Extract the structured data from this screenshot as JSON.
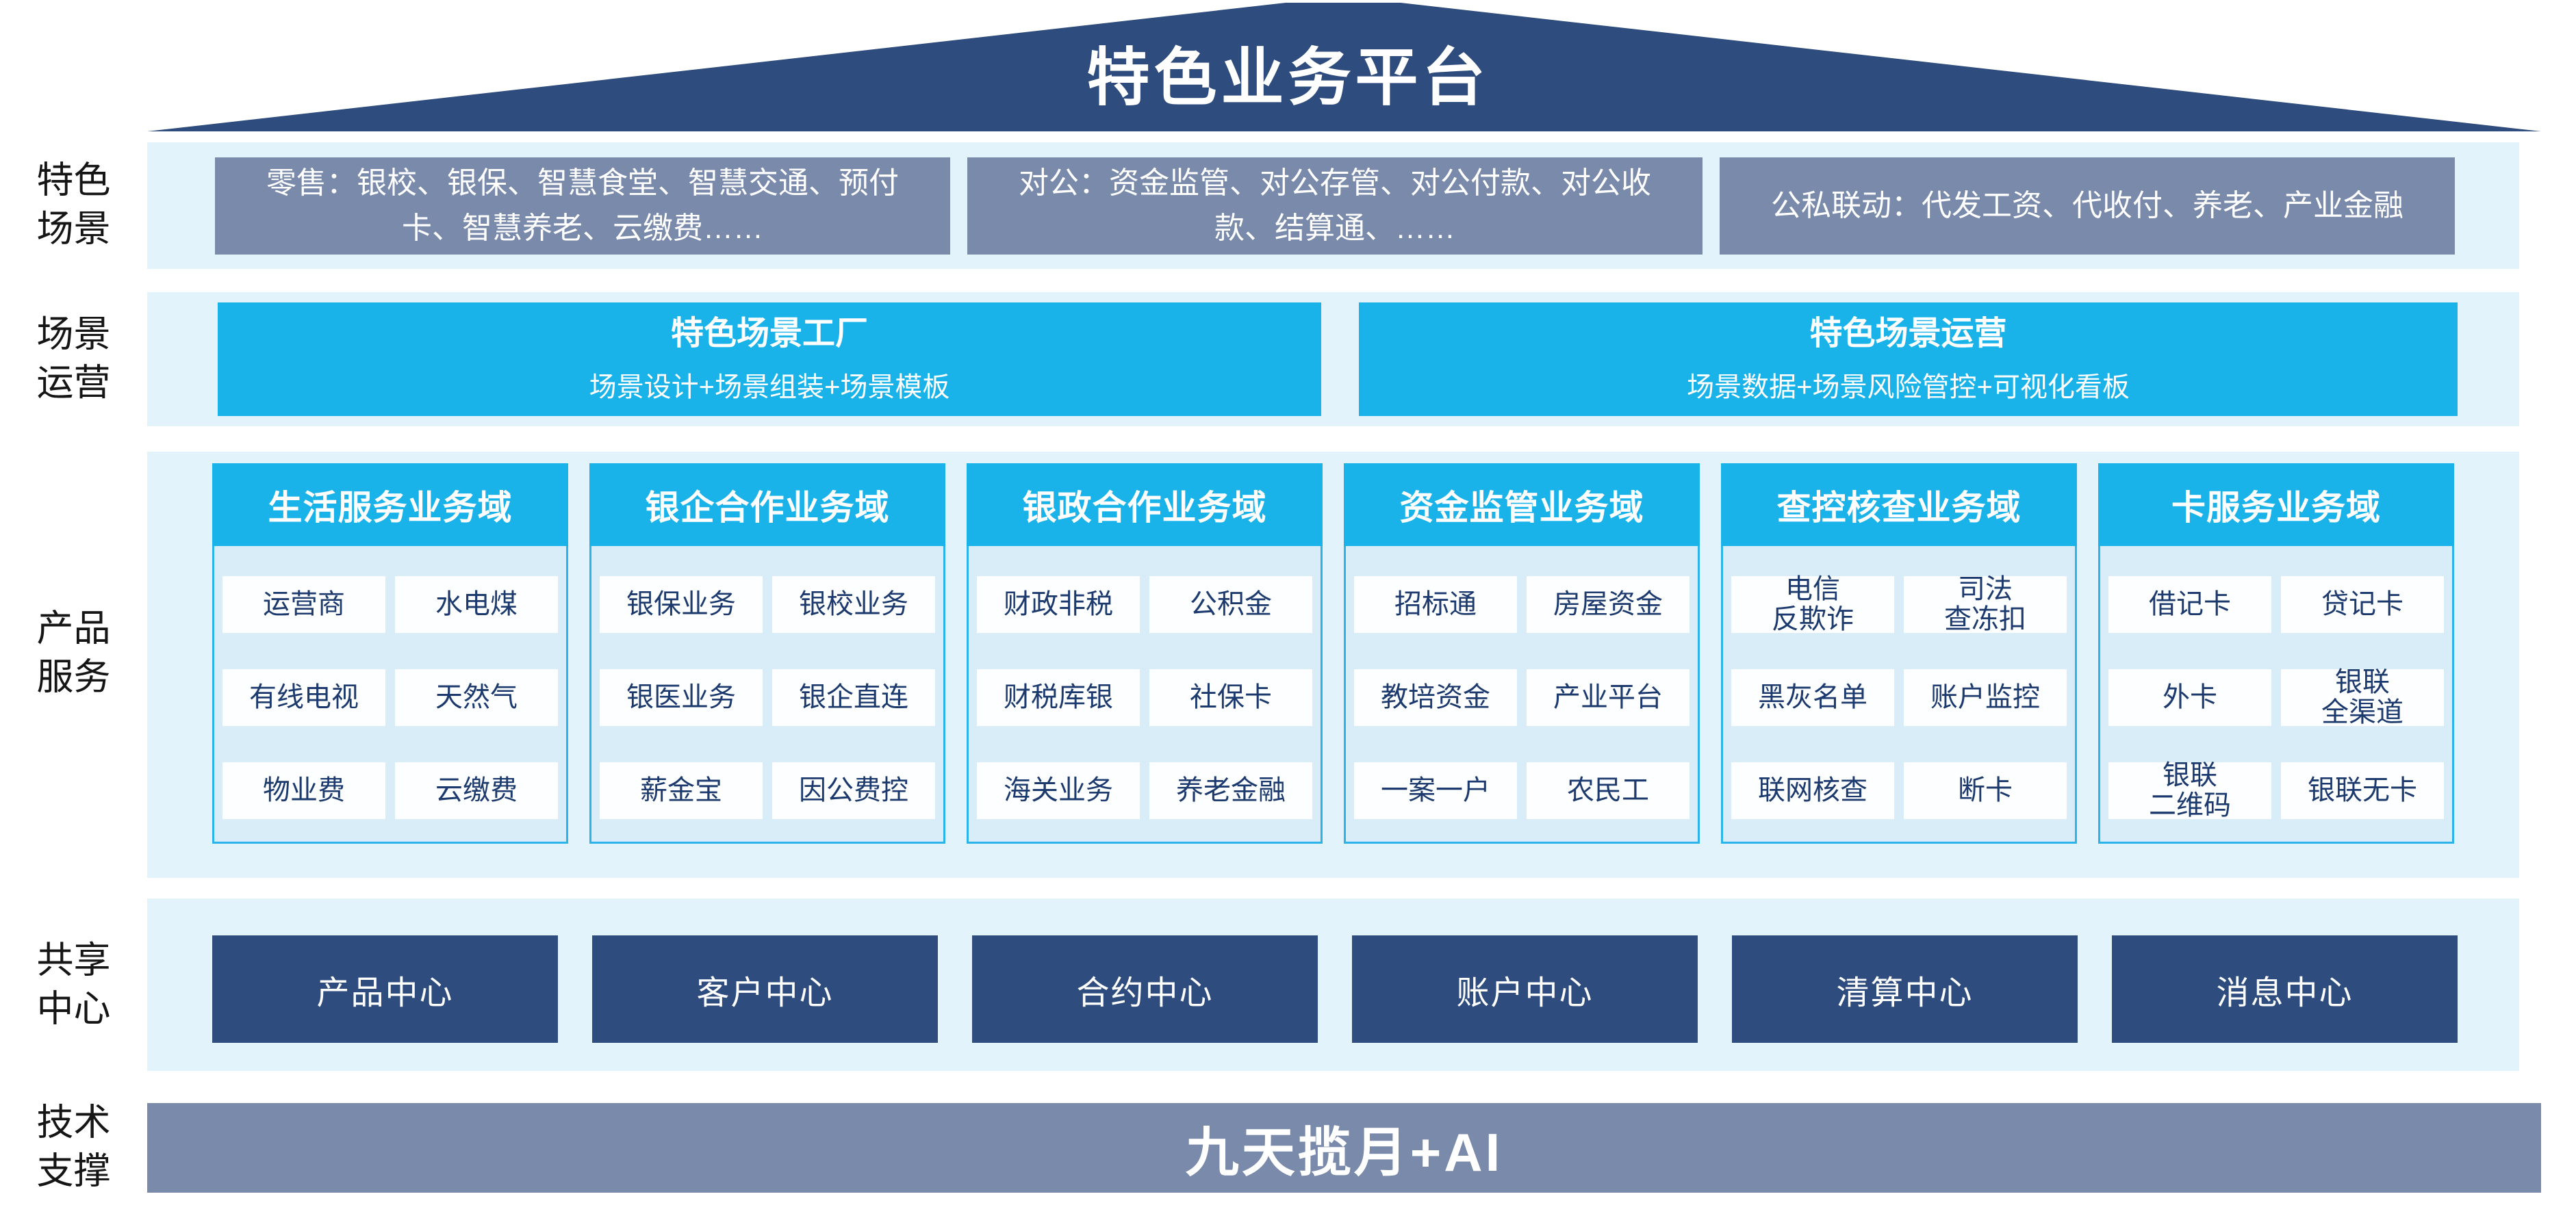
{
  "colors": {
    "roof_navy": "#2e4c7d",
    "slate_blue": "#7a8aab",
    "cyan_accent": "#19b3ea",
    "row_background": "#e3f3fc",
    "domain_body_background": "#d9edf9",
    "cell_text_navy": "#1d3a6e"
  },
  "roof": {
    "title": "特色业务平台"
  },
  "side_labels": [
    "特色\n场景",
    "场景\n运营",
    "产品\n服务",
    "共享\n中心",
    "技术\n支撑"
  ],
  "scene_row": {
    "boxes": [
      "零售：银校、银保、智慧食堂、智慧交通、预付卡、智慧养老、云缴费……",
      "对公：资金监管、对公存管、对公付款、对公收款、结算通、……",
      "公私联动：代发工资、代收付、养老、产业金融"
    ]
  },
  "operation_row": {
    "boxes": [
      {
        "title": "特色场景工厂",
        "subtitle": "场景设计+场景组装+场景模板"
      },
      {
        "title": "特色场景运营",
        "subtitle": "场景数据+场景风险管控+可视化看板"
      }
    ]
  },
  "product_domains": [
    {
      "header": "生活服务业务域",
      "cells": [
        "运营商",
        "水电煤",
        "有线电视",
        "天然气",
        "物业费",
        "云缴费"
      ]
    },
    {
      "header": "银企合作业务域",
      "cells": [
        "银保业务",
        "银校业务",
        "银医业务",
        "银企直连",
        "薪金宝",
        "因公费控"
      ]
    },
    {
      "header": "银政合作业务域",
      "cells": [
        "财政非税",
        "公积金",
        "财税库银",
        "社保卡",
        "海关业务",
        "养老金融"
      ]
    },
    {
      "header": "资金监管业务域",
      "cells": [
        "招标通",
        "房屋资金",
        "教培资金",
        "产业平台",
        "一案一户",
        "农民工"
      ]
    },
    {
      "header": "查控核查业务域",
      "cells": [
        "电信\n反欺诈",
        "司法\n查冻扣",
        "黑灰名单",
        "账户监控",
        "联网核查",
        "断卡"
      ]
    },
    {
      "header": "卡服务业务域",
      "cells": [
        "借记卡",
        "贷记卡",
        "外卡",
        "银联\n全渠道",
        "银联\n二维码",
        "银联无卡"
      ]
    }
  ],
  "share_centers": [
    "产品中心",
    "客户中心",
    "合约中心",
    "账户中心",
    "清算中心",
    "消息中心"
  ],
  "tech_support": {
    "label": "九天揽月+AI"
  }
}
